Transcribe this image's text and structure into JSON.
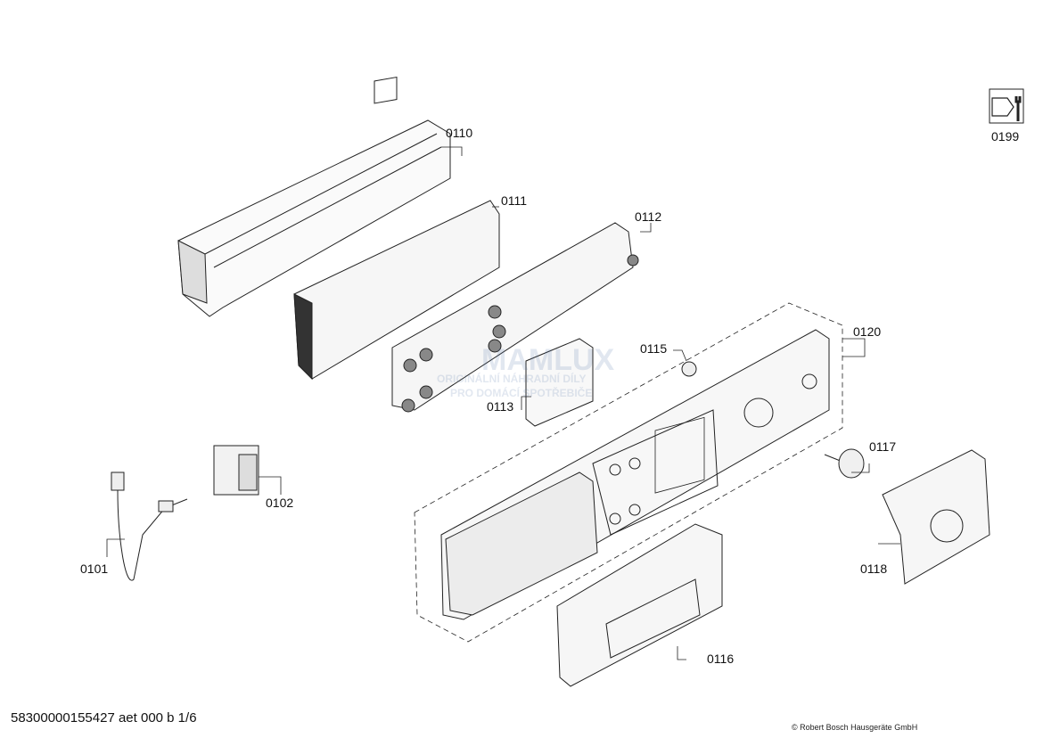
{
  "parts": [
    {
      "id": "0110",
      "label": "0110"
    },
    {
      "id": "0111",
      "label": "0111"
    },
    {
      "id": "0112",
      "label": "0112"
    },
    {
      "id": "0113",
      "label": "0113"
    },
    {
      "id": "0115",
      "label": "0115"
    },
    {
      "id": "0120",
      "label": "0120"
    },
    {
      "id": "0117",
      "label": "0117"
    },
    {
      "id": "0118",
      "label": "0118"
    },
    {
      "id": "0116",
      "label": "0116"
    },
    {
      "id": "0101",
      "label": "0101"
    },
    {
      "id": "0102",
      "label": "0102"
    },
    {
      "id": "0199",
      "label": "0199"
    }
  ],
  "footer": {
    "doc_id": "58300000155427 aet 000 b 1/6",
    "copyright": "© Robert Bosch Hausgeräte GmbH"
  },
  "watermark": {
    "brand": "MAMLUX",
    "line1": "ORIGINÁLNÍ NÁHRADNÍ DÍLY",
    "line2": "PRO DOMÁCÍ SPOTŘEBIČE"
  }
}
